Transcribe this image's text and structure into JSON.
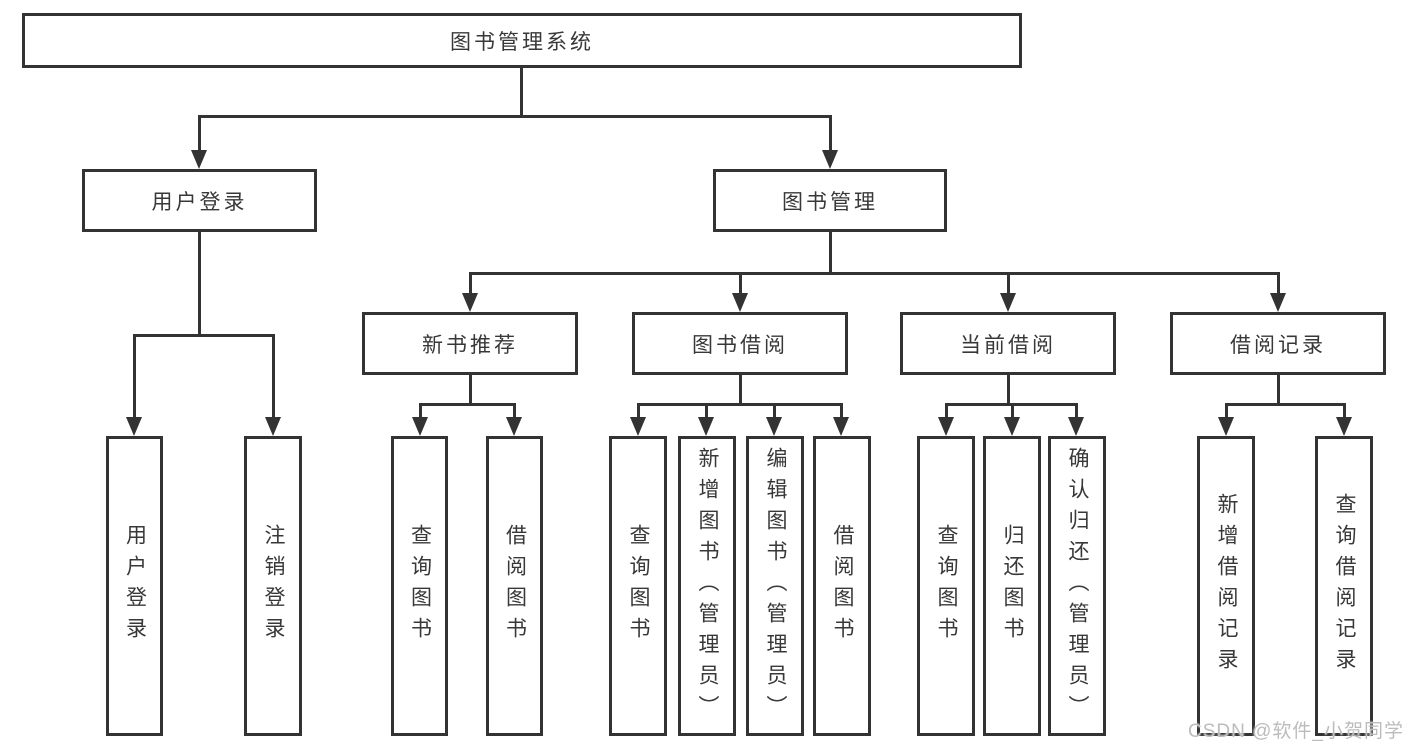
{
  "diagram_title": "图书管理系统",
  "watermark": "CSDN @软件_小贺同学",
  "colors": {
    "line": "#333333",
    "text": "#383838",
    "watermark": "#bcbcbc",
    "background": "#ffffff"
  },
  "tree": {
    "label": "图书管理系统",
    "children": [
      {
        "label": "用户登录",
        "children": [
          {
            "label": "用户登录"
          },
          {
            "label": "注销登录"
          }
        ]
      },
      {
        "label": "图书管理",
        "children": [
          {
            "label": "新书推荐",
            "children": [
              {
                "label": "查询图书"
              },
              {
                "label": "借阅图书"
              }
            ]
          },
          {
            "label": "图书借阅",
            "children": [
              {
                "label": "查询图书"
              },
              {
                "label": "新增图书（管理员）"
              },
              {
                "label": "编辑图书（管理员）"
              },
              {
                "label": "借阅图书"
              }
            ]
          },
          {
            "label": "当前借阅",
            "children": [
              {
                "label": "查询图书"
              },
              {
                "label": "归还图书"
              },
              {
                "label": "确认归还（管理员）"
              }
            ]
          },
          {
            "label": "借阅记录",
            "children": [
              {
                "label": "新增借阅记录"
              },
              {
                "label": "查询借阅记录"
              }
            ]
          }
        ]
      }
    ]
  }
}
